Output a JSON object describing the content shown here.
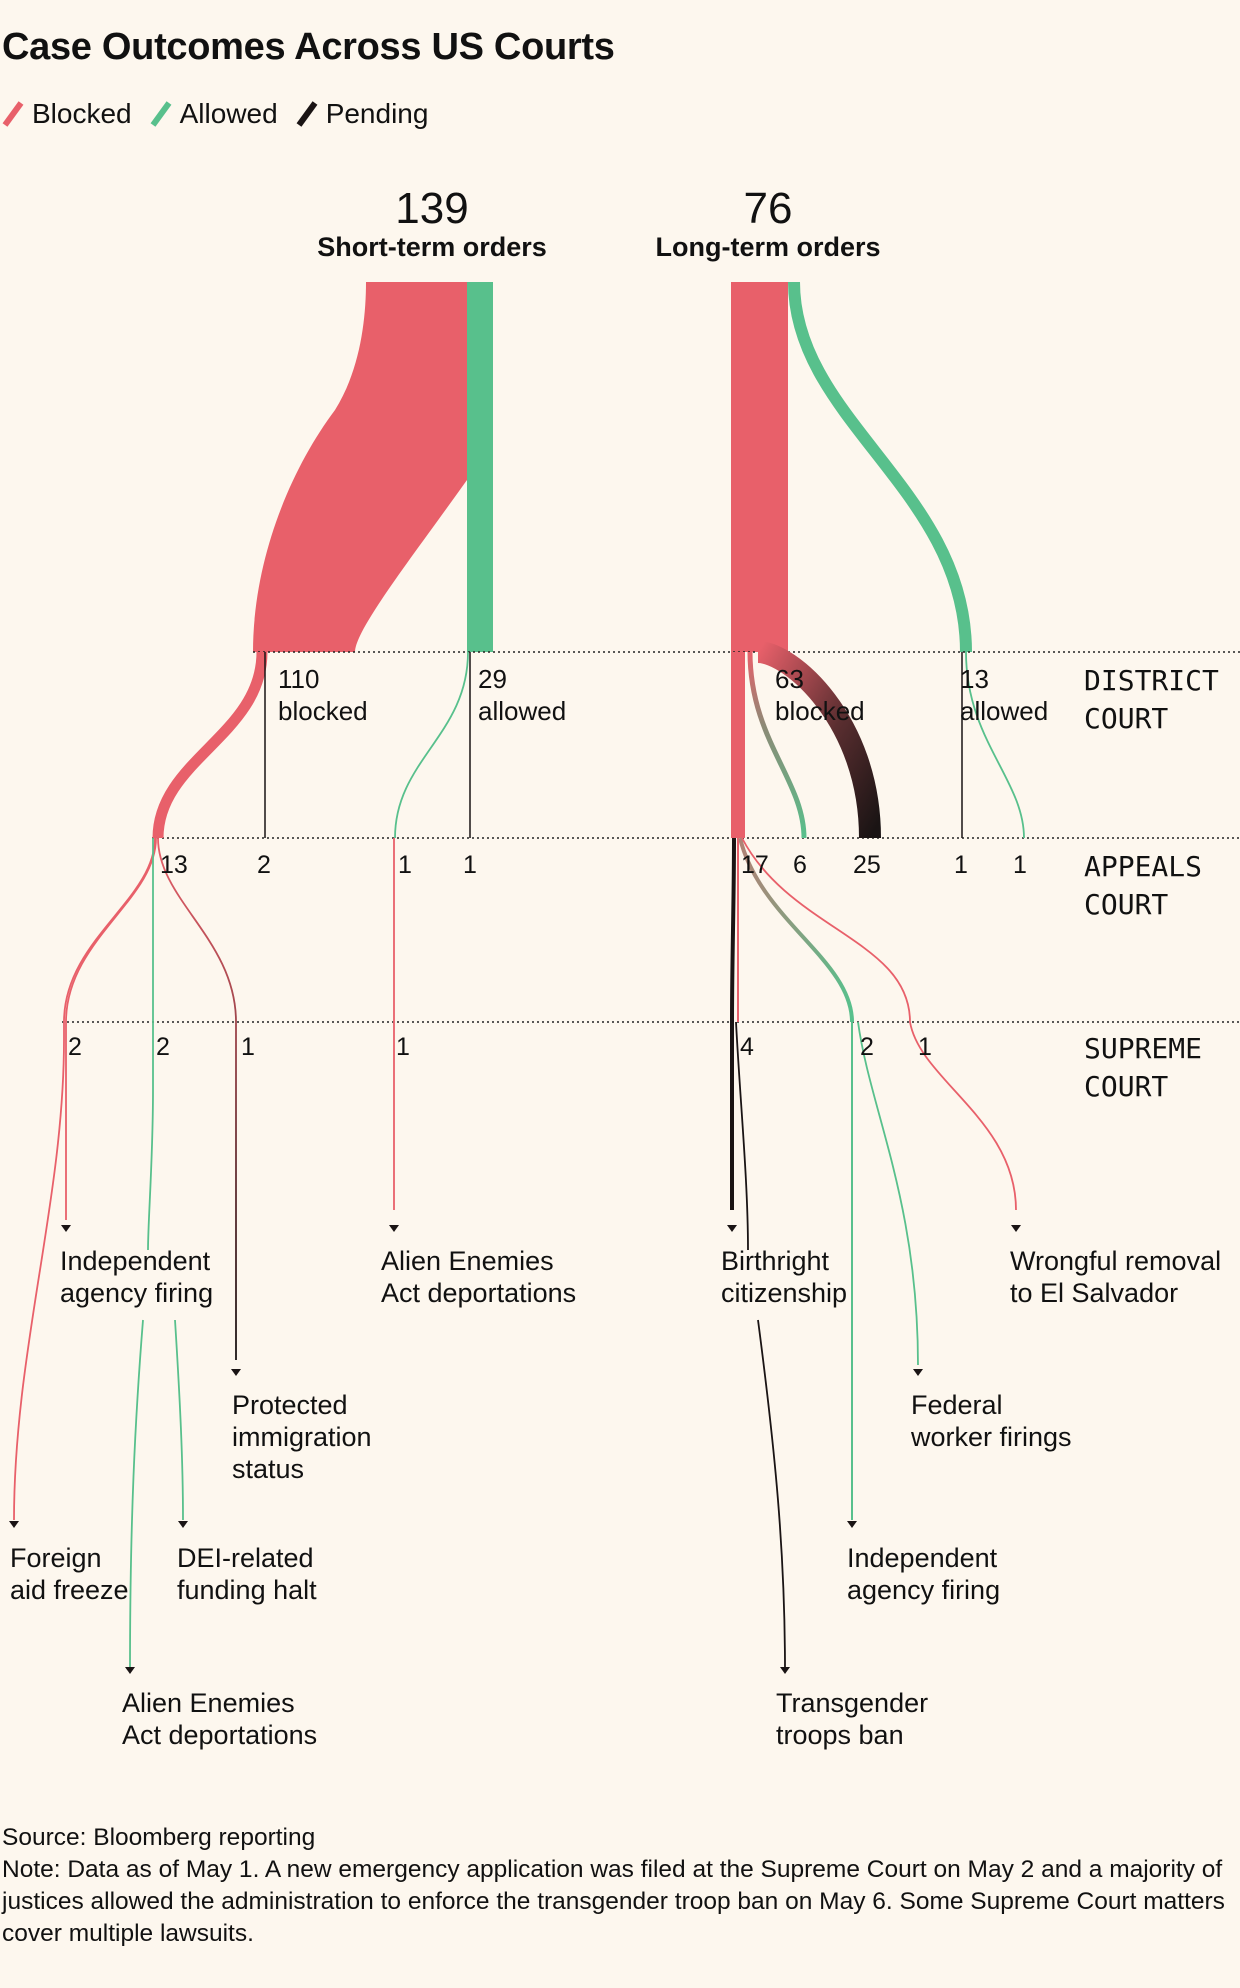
{
  "title": "Case Outcomes Across US Courts",
  "legend": [
    {
      "label": "Blocked",
      "color": "#e8606a"
    },
    {
      "label": "Allowed",
      "color": "#58c08c"
    },
    {
      "label": "Pending",
      "color": "#1a1414"
    }
  ],
  "colors": {
    "blocked": "#e8606a",
    "allowed": "#58c08c",
    "pending": "#1a1414",
    "background": "#fdf7ee"
  },
  "columns": {
    "short_term": {
      "count": "139",
      "label": "Short-term orders"
    },
    "long_term": {
      "count": "76",
      "label": "Long-term orders"
    }
  },
  "courts": {
    "district": {
      "line1": "DISTRICT",
      "line2": "COURT"
    },
    "appeals": {
      "line1": "APPEALS",
      "line2": "COURT"
    },
    "supreme": {
      "line1": "SUPREME",
      "line2": "COURT"
    }
  },
  "district_labels": {
    "st_blocked_num": "110",
    "st_blocked_word": "blocked",
    "st_allowed_num": "29",
    "st_allowed_word": "allowed",
    "lt_blocked_num": "63",
    "lt_blocked_word": "blocked",
    "lt_allowed_num": "13",
    "lt_allowed_word": "allowed"
  },
  "appeals_counts": {
    "a13": "13",
    "a2": "2",
    "a1a": "1",
    "a1b": "1",
    "a17": "17",
    "a6": "6",
    "a25": "25",
    "a1c": "1",
    "a1d": "1"
  },
  "supreme_counts": {
    "s2a": "2",
    "s2b": "2",
    "s1a": "1",
    "s1b": "1",
    "s4": "4",
    "s2c": "2",
    "s1c": "1"
  },
  "outcomes": {
    "independent_agency_firing": {
      "line1": "Independent",
      "line2": "agency firing"
    },
    "alien_enemies_1": {
      "line1": "Alien Enemies",
      "line2": "Act deportations"
    },
    "birthright": {
      "line1": "Birthright",
      "line2": "citizenship"
    },
    "wrongful_removal": {
      "line1": "Wrongful removal",
      "line2": "to El Salvador"
    },
    "protected_status": {
      "line1": "Protected",
      "line2": "immigration",
      "line3": "status"
    },
    "federal_worker": {
      "line1": "Federal",
      "line2": "worker firings"
    },
    "foreign_aid": {
      "line1": "Foreign",
      "line2": "aid freeze"
    },
    "dei_funding": {
      "line1": "DEI-related",
      "line2": "funding halt"
    },
    "independent_agency_firing_2": {
      "line1": "Independent",
      "line2": "agency firing"
    },
    "alien_enemies_2": {
      "line1": "Alien Enemies",
      "line2": "Act deportations"
    },
    "transgender": {
      "line1": "Transgender",
      "line2": "troops ban"
    }
  },
  "footer": {
    "source": "Source: Bloomberg reporting",
    "note": "Note: Data as of May 1. A new emergency application was filed at the Supreme Court on May 2 and a majority of justices allowed the administration to enforce the transgender troop ban on May 6. Some Supreme Court matters cover multiple lawsuits."
  }
}
